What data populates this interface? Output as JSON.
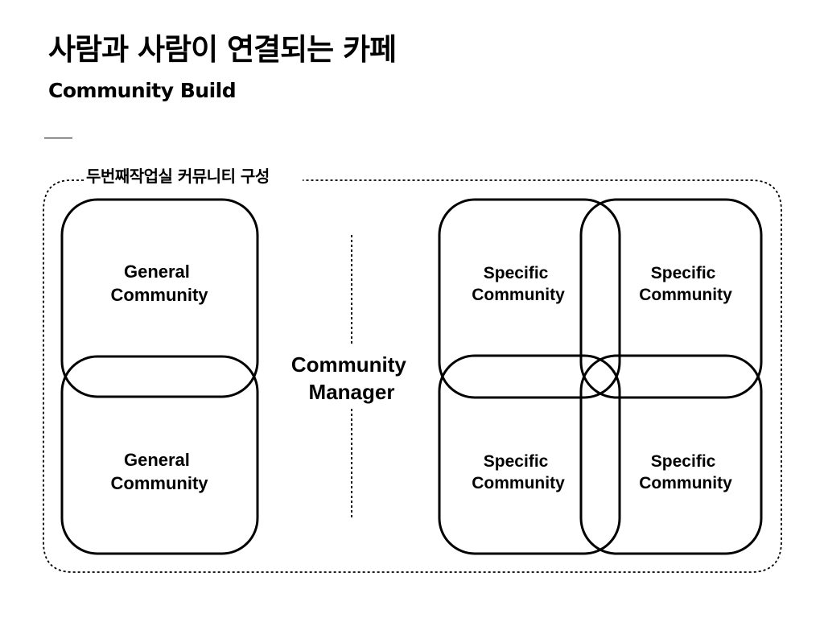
{
  "header": {
    "title": "사람과 사람이 연결되는 카페",
    "subtitle": "Community Build"
  },
  "diagram": {
    "group_label": "두번째작업실 커뮤니티 구성",
    "center_label": [
      "Community",
      "Manager"
    ],
    "general_communities": [
      {
        "line1": "General",
        "line2": "Community"
      },
      {
        "line1": "General",
        "line2": "Community"
      }
    ],
    "specific_communities": [
      {
        "line1": "Specific",
        "line2": "Community"
      },
      {
        "line1": "Specific",
        "line2": "Community"
      },
      {
        "line1": "Specific",
        "line2": "Community"
      },
      {
        "line1": "Specific",
        "line2": "Community"
      }
    ]
  }
}
